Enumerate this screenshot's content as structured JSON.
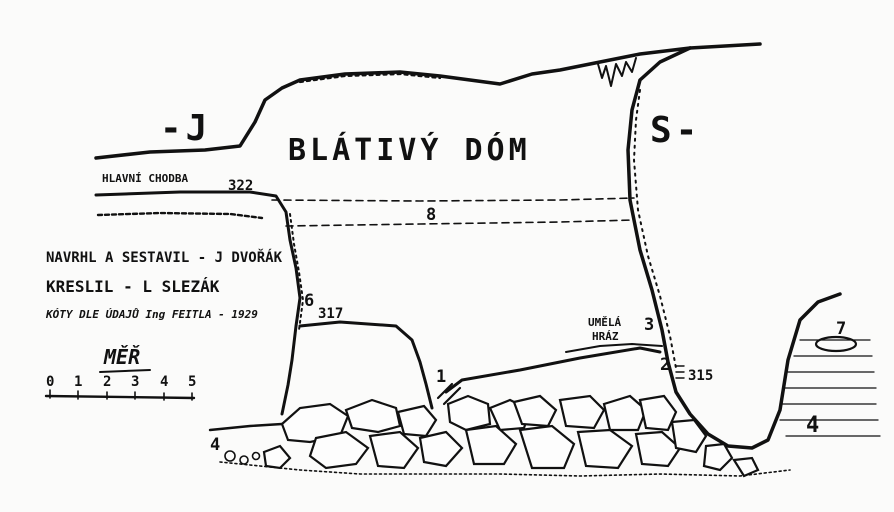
{
  "diagram": {
    "orientation_south": "-J",
    "orientation_north": "S-",
    "hall_title": "BLÁTIVÝ DÓM",
    "passage_label": "HLAVNÍ CHODBA",
    "elevation_322": "322",
    "elevation_317": "317",
    "elevation_315": "315",
    "marker_8": "8",
    "marker_6": "6",
    "marker_1": "1",
    "marker_3": "3",
    "marker_2": "2",
    "marker_4_left": "4",
    "marker_4_right": "4",
    "marker_7": "7",
    "dam_label_line1": "UMĚLÁ",
    "dam_label_line2": "HRÁZ",
    "credits": {
      "line1": "NAVRHL A SESTAVIL - J DVOŘÁK",
      "line2": "KRESLIL - L SLEZÁK",
      "line3": "KÓTY DLE ÚDAJŮ Ing FEITLA - 1929"
    },
    "scale": {
      "title": "MĚŘ",
      "ticks": [
        "0",
        "1",
        "2",
        "3",
        "4",
        "5"
      ]
    }
  }
}
